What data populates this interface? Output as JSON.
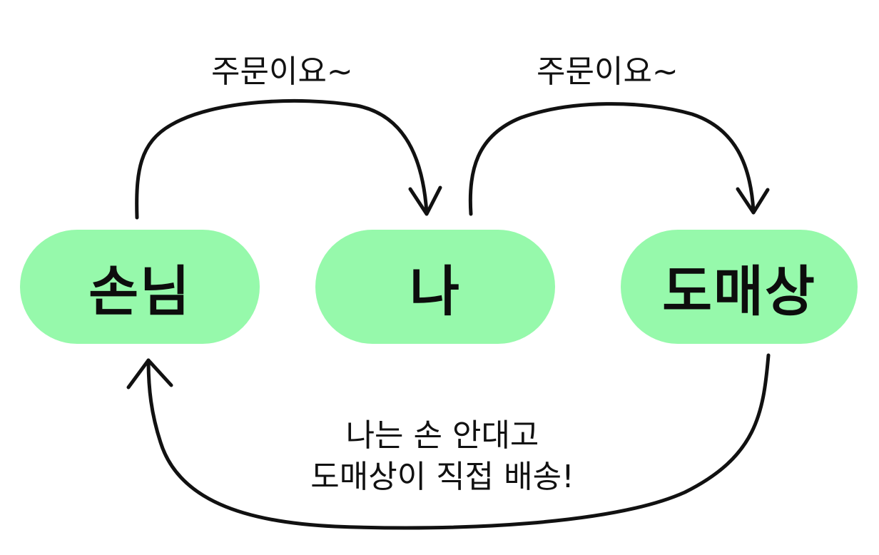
{
  "nodes": {
    "customer": "손님",
    "me": "나",
    "wholesaler": "도매상"
  },
  "labels": {
    "order_1": "주문이요~",
    "order_2": "주문이요~",
    "delivery_line_1": "나는 손 안대고",
    "delivery_line_2": "도매상이 직접 배송!"
  },
  "colors": {
    "node_fill": "#96f9ab",
    "text": "#111111",
    "background": "#ffffff"
  }
}
